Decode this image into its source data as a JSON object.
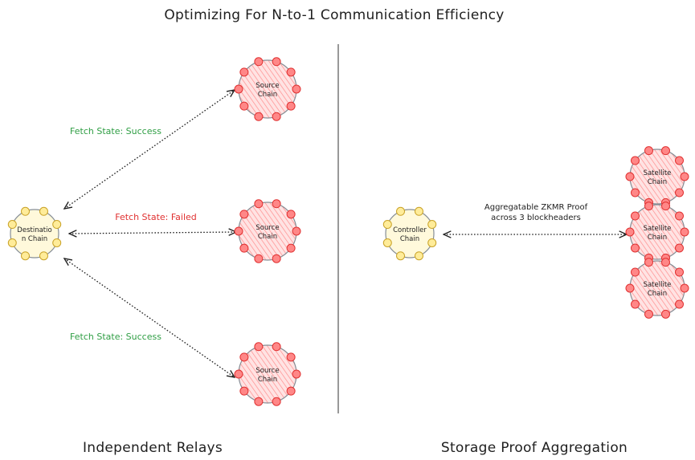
{
  "title": "Optimizing For N-to-1 Communication Efficiency",
  "left": {
    "heading": "Independent Relays",
    "destination": {
      "line1": "Destinatio",
      "line2": "n Chain"
    },
    "sources": [
      {
        "line1": "Source",
        "line2": "Chain",
        "status": "Fetch State: Success",
        "status_color": "#2f9e44"
      },
      {
        "line1": "Source",
        "line2": "Chain",
        "status": "Fetch State: Failed",
        "status_color": "#e03131"
      },
      {
        "line1": "Source",
        "line2": "Chain",
        "status": "Fetch State: Success",
        "status_color": "#2f9e44"
      }
    ]
  },
  "right": {
    "heading": "Storage Proof Aggregation",
    "controller": {
      "line1": "Controller",
      "line2": "Chain"
    },
    "proof": {
      "line1": "Aggregatable ZKMR Proof",
      "line2": "across 3 blockheaders"
    },
    "satellites": [
      {
        "line1": "Satellite",
        "line2": "Chain"
      },
      {
        "line1": "Satellite",
        "line2": "Chain"
      },
      {
        "line1": "Satellite",
        "line2": "Chain"
      }
    ]
  },
  "colors": {
    "source_fill": "#ffc9c9",
    "source_node": "#ff8787",
    "source_node_stroke": "#e03131",
    "dest_fill": "#fff9db",
    "dest_node": "#ffec99",
    "dest_node_stroke": "#c9a227",
    "ring_stroke": "#868e96"
  }
}
